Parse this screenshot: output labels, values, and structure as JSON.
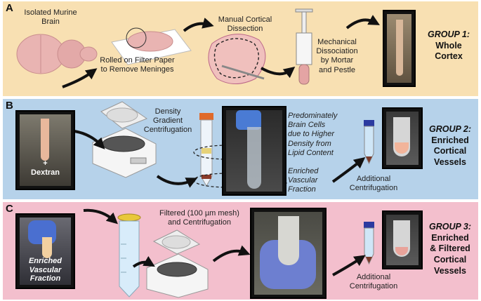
{
  "panels": {
    "a": {
      "label": "A",
      "isolated_brain": "Isolated Murine\nBrain",
      "rolled": "Rolled on Filter Paper\nto Remove Meninges",
      "manual_dissection": "Manual Cortical\nDissection",
      "mechanical": "Mechanical\nDissociation\nby Mortar\nand Pestle",
      "group_title": "GROUP 1:",
      "group_name": "Whole\nCortex"
    },
    "b": {
      "label": "B",
      "dextran": "+\nDextran",
      "density": "Density\nGradient\nCentrifugation",
      "brain_cells": "Predominately\nBrain Cells\ndue to Higher\nDensity from\nLipid Content",
      "enriched_vascular": "Enriched\nVascular\nFraction",
      "additional": "Additional\nCentrifugation",
      "group_title": "GROUP 2:",
      "group_name": "Enriched\nCortical\nVessels"
    },
    "c": {
      "label": "C",
      "enriched_vascular": "Enriched\nVascular\nFraction",
      "filtered": "Filtered (100 µm mesh)\nand Centrifugation",
      "additional": "Additional\nCentrifugation",
      "group_title": "GROUP 3:",
      "group_name": "Enriched\n& Filtered\nCortical\nVessels"
    }
  },
  "colors": {
    "panel_a_bg": "#f8e0b2",
    "panel_b_bg": "#b6d2ea",
    "panel_c_bg": "#f3bfcd",
    "arrow": "#111111",
    "tissue": "#e8a8a8"
  }
}
